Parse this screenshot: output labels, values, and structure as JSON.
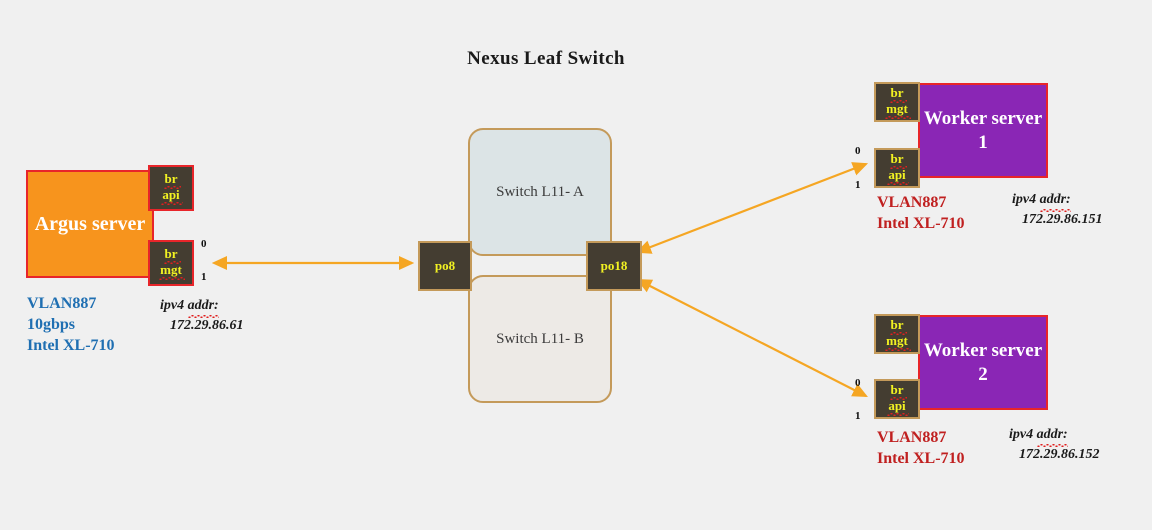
{
  "diagram": {
    "title": "Nexus Leaf Switch",
    "background_color": "#f0f0f0",
    "accent_link_color": "#F5A623"
  },
  "nodes": {
    "argus": {
      "label": "Argus\nserver",
      "fill_color": "#F7941D",
      "border_color": "#E8252A",
      "ports": [
        {
          "name": "br-api-port",
          "label_top": "br",
          "label_bottom": "api"
        },
        {
          "name": "br-mgt-port",
          "label_top": "br",
          "label_bottom": "mgt"
        }
      ],
      "interface_indexes": [
        "0",
        "1"
      ],
      "caption": "VLAN887\n10gbps\nIntel XL-710",
      "caption_color": "#1F6FB2",
      "ip": {
        "label": "ipv4 addr:",
        "label_word": "ipv4 ",
        "underlined_word": "addr:",
        "value": "172.29.86.61"
      }
    },
    "switch_a": {
      "label": "Switch L11-\nA",
      "fill_color": "#DCE4E6",
      "border_color": "#C49A5A"
    },
    "switch_b": {
      "label": "Switch L11-\nB",
      "fill_color": "#EDEAE6",
      "border_color": "#C49A5A"
    },
    "switch_ports": {
      "left": {
        "name": "po8-port",
        "label": "po8"
      },
      "right": {
        "name": "po18-port",
        "label": "po18"
      }
    },
    "worker1": {
      "label": "Worker\nserver 1",
      "fill_color": "#8A26B5",
      "border_color": "#E8252A",
      "ports": [
        {
          "name": "br-mgt-port",
          "label_top": "br",
          "label_bottom": "mgt"
        },
        {
          "name": "br-api-port",
          "label_top": "br",
          "label_bottom": "api"
        }
      ],
      "interface_indexes": [
        "0",
        "1"
      ],
      "caption": "VLAN887\nIntel XL-710",
      "caption_color": "#C02020",
      "ip": {
        "label": "ipv4 addr:",
        "label_word": "ipv4 ",
        "underlined_word": "addr:",
        "value": "172.29.86.151"
      }
    },
    "worker2": {
      "label": "Worker\nserver 2",
      "fill_color": "#8A26B5",
      "border_color": "#E8252A",
      "ports": [
        {
          "name": "br-mgt-port",
          "label_top": "br",
          "label_bottom": "mgt"
        },
        {
          "name": "br-api-port",
          "label_top": "br",
          "label_bottom": "api"
        }
      ],
      "interface_indexes": [
        "0",
        "1"
      ],
      "caption": "VLAN887\nIntel XL-710",
      "caption_color": "#C02020",
      "ip": {
        "label": "ipv4 addr:",
        "label_word": "ipv4 ",
        "underlined_word": "addr:",
        "value": "172.29.86.152"
      }
    }
  },
  "links": [
    {
      "name": "argus-to-po8",
      "from": "argus.br-mgt",
      "to": "po8",
      "style": "double-arrow"
    },
    {
      "name": "po18-to-worker1",
      "from": "po18",
      "to": "worker1.br-api",
      "style": "double-arrow"
    },
    {
      "name": "po18-to-worker2",
      "from": "po18",
      "to": "worker2.br-api",
      "style": "double-arrow"
    }
  ]
}
